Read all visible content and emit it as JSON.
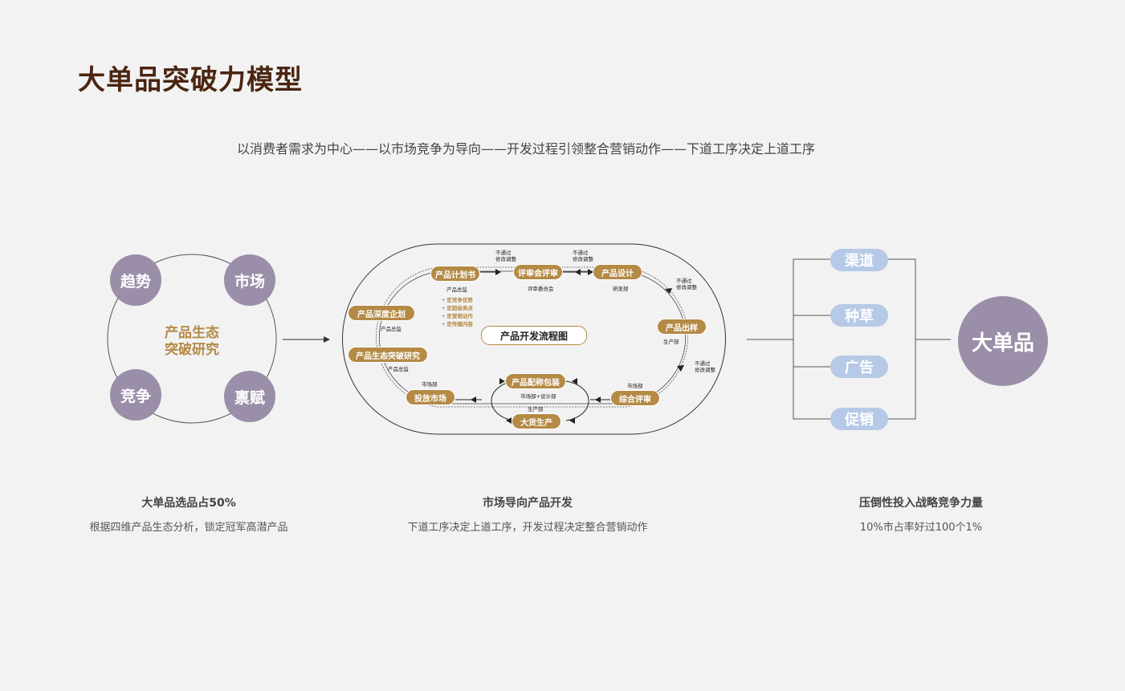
{
  "title": "大单品突破力模型",
  "subtitle": "以消费者需求为中心——以市场竞争为导向——开发过程引领整合营销动作——下道工序决定上道工序",
  "left": {
    "nodes": [
      "趋势",
      "市场",
      "竞争",
      "禀赋"
    ],
    "center_line1": "产品生态",
    "center_line2": "突破研究"
  },
  "flow": {
    "title": "产品开发流程图",
    "steps": {
      "plan": "产品计划书",
      "review_meeting": "评审会评审",
      "design": "产品设计",
      "sample": "产品出样",
      "overall_review": "综合评审",
      "packaging": "产品配称包装",
      "mass_production": "大货生产",
      "launch": "投放市场",
      "deep_plan": "产品深度企划",
      "eco_research": "产品生态突破研究"
    },
    "labels": {
      "plan_owner": "产品总监",
      "review_owner": "评审委员会",
      "design_owner": "研发部",
      "sample_owner": "生产部",
      "overall_owner": "市场部",
      "packaging_owner": "市场部+设计部",
      "production_owner": "生产部",
      "launch_owner": "市场部",
      "deep_owner": "产品总监",
      "eco_owner": "产品总监",
      "fail1_a": "不通过",
      "fail1_b": "修改调整",
      "fail2_a": "不通过",
      "fail2_b": "修改调整",
      "fail3_a": "不通过",
      "fail3_b": "修改调整",
      "fail4_a": "不通过",
      "fail4_b": "修改调整"
    },
    "bullets": [
      "• 定竞争优势",
      "• 定超级卖点",
      "• 定营销动作",
      "• 定传播内容"
    ]
  },
  "right": {
    "pills": [
      "渠道",
      "种草",
      "广告",
      "促销"
    ],
    "big": "大单品"
  },
  "captions": [
    {
      "head": "大单品选品占50%",
      "text": "根据四维产品生态分析，锁定冠军高潜产品"
    },
    {
      "head": "市场导向产品开发",
      "text": "下道工序决定上道工序，开发过程决定整合营销动作"
    },
    {
      "head": "压倒性投入战略竞争力量",
      "text": "10%市占率好过100个1%"
    }
  ],
  "colors": {
    "title": "#4a2511",
    "node": "#9a8ea8",
    "accent": "#b48a45",
    "pill": "#b6c9e7"
  }
}
